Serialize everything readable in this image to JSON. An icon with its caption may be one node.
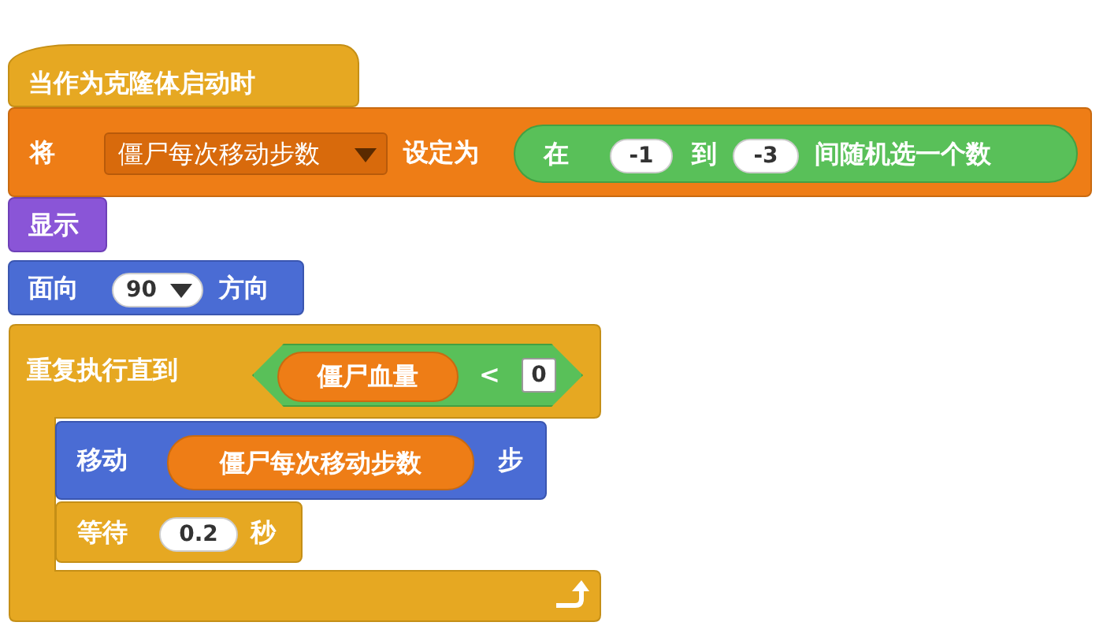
{
  "diagram": {
    "nodes": [
      {
        "text": [
          "当作为克隆体启动时"
        ]
      },
      {
        "text": [
          "将",
          "设定为"
        ]
      },
      {
        "text": [
          "僵尸每次移动步数"
        ],
        "in": 1
      },
      {
        "text": [
          "在",
          "到",
          "间随机选一个数"
        ],
        "in": 1
      },
      {
        "text": [
          "-1"
        ],
        "in": 3
      },
      {
        "text": [
          "-3"
        ],
        "in": 3
      },
      {
        "text": [
          "显示"
        ]
      },
      {
        "text": [
          "面向",
          "方向"
        ]
      },
      {
        "text": [
          "90"
        ],
        "in": 7
      },
      {
        "text": [
          "重复执行直到"
        ]
      },
      {
        "text": [
          "<"
        ],
        "in": 9
      },
      {
        "text": [
          "僵尸血量"
        ],
        "in": 10
      },
      {
        "text": [
          "0"
        ],
        "in": 10
      },
      {
        "text": [
          "移动",
          "步"
        ],
        "in": 9
      },
      {
        "text": [
          "僵尸每次移动步数"
        ],
        "in": 13
      },
      {
        "text": [
          "等待",
          "秒"
        ],
        "in": 9
      },
      {
        "text": [
          "0.2"
        ],
        "in": 15
      }
    ]
  }
}
